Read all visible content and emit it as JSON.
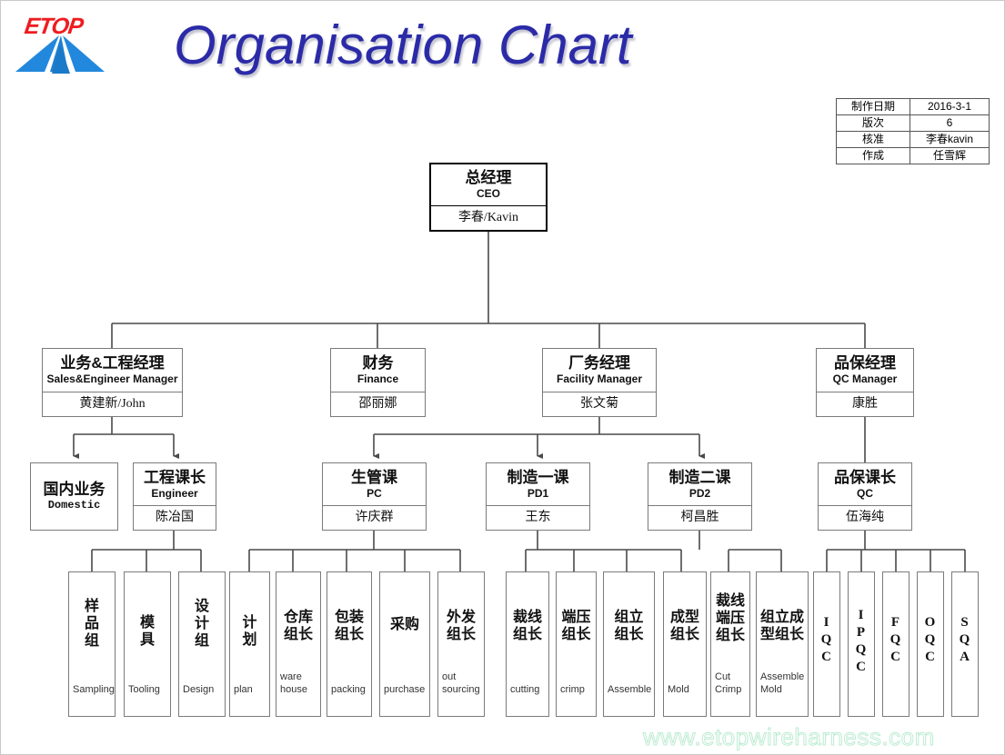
{
  "page": {
    "title": "Organisation Chart",
    "watermark": "www.etopwireharness.com",
    "logo_word": "ETOP",
    "title_color": "#2b2ba8",
    "logo_red": "#ee1c20",
    "logo_blue": "#2288dd",
    "watermark_color": "#bdecd2",
    "box_border_color": "#7b7b7b"
  },
  "info_table": {
    "rows": [
      {
        "key": "制作日期",
        "value": "2016-3-1"
      },
      {
        "key": "版次",
        "value": "6"
      },
      {
        "key": "核准",
        "value": "李春kavin"
      },
      {
        "key": "作成",
        "value": "任雪辉"
      }
    ]
  },
  "chart_data": {
    "type": "diagram",
    "title": "Organisation Chart",
    "levels": 4,
    "nodes": [
      {
        "id": "ceo",
        "cn": "总经理",
        "en": "CEO",
        "name": "李春/Kavin",
        "level": 1
      },
      {
        "id": "sales",
        "cn": "业务&工程经理",
        "en": "Sales&Engineer Manager",
        "name": "黄建新/John",
        "level": 2,
        "parent": "ceo"
      },
      {
        "id": "finance",
        "cn": "财务",
        "en": "Finance",
        "name": "邵丽娜",
        "level": 2,
        "parent": "ceo"
      },
      {
        "id": "facility",
        "cn": "厂务经理",
        "en": "Facility Manager",
        "name": "张文菊",
        "level": 2,
        "parent": "ceo"
      },
      {
        "id": "qcmgr",
        "cn": "品保经理",
        "en": "QC Manager",
        "name": "康胜",
        "level": 2,
        "parent": "ceo"
      },
      {
        "id": "domestic",
        "cn": "国内业务",
        "en": "Domestic",
        "name": "",
        "level": 3,
        "parent": "sales"
      },
      {
        "id": "engineer",
        "cn": "工程课长",
        "en": "Engineer",
        "name": "陈冶国",
        "level": 3,
        "parent": "sales"
      },
      {
        "id": "pc",
        "cn": "生管课",
        "en": "PC",
        "name": "许庆群",
        "level": 3,
        "parent": "facility"
      },
      {
        "id": "pd1",
        "cn": "制造一课",
        "en": "PD1",
        "name": "王东",
        "level": 3,
        "parent": "facility"
      },
      {
        "id": "pd2",
        "cn": "制造二课",
        "en": "PD2",
        "name": "柯昌胜",
        "level": 3,
        "parent": "facility"
      },
      {
        "id": "qc",
        "cn": "品保课长",
        "en": "QC",
        "name": "伍海纯",
        "level": 3,
        "parent": "qcmgr"
      }
    ],
    "leaves": [
      {
        "id": "sampling",
        "cn_lines": [
          "样",
          "品",
          "组"
        ],
        "en": "Sampling",
        "parent": "engineer"
      },
      {
        "id": "tooling",
        "cn_lines": [
          "模",
          "具"
        ],
        "en": "Tooling",
        "parent": "engineer"
      },
      {
        "id": "design",
        "cn_lines": [
          "设",
          "计",
          "组"
        ],
        "en": "Design",
        "parent": "engineer"
      },
      {
        "id": "plan",
        "cn_lines": [
          "计",
          "划"
        ],
        "en": "plan",
        "parent": "pc"
      },
      {
        "id": "warehouse",
        "cn_lines": [
          "仓库",
          "组长"
        ],
        "en": "ware house",
        "parent": "pc"
      },
      {
        "id": "packing",
        "cn_lines": [
          "包装",
          "组长"
        ],
        "en": "packing",
        "parent": "pc"
      },
      {
        "id": "purchase",
        "cn_lines": [
          "采购"
        ],
        "en": "purchase",
        "parent": "pc"
      },
      {
        "id": "outsourcing",
        "cn_lines": [
          "外发",
          "组长"
        ],
        "en": "out sourcing",
        "parent": "pc"
      },
      {
        "id": "cutting",
        "cn_lines": [
          "裁线",
          "组长"
        ],
        "en": "cutting",
        "parent": "pd1"
      },
      {
        "id": "crimp",
        "cn_lines": [
          "端压",
          "组长"
        ],
        "en": "crimp",
        "parent": "pd1"
      },
      {
        "id": "assemble",
        "cn_lines": [
          "组立",
          "组长"
        ],
        "en": "Assemble",
        "parent": "pd1"
      },
      {
        "id": "mold",
        "cn_lines": [
          "成型",
          "组长"
        ],
        "en": "Mold",
        "parent": "pd1"
      },
      {
        "id": "cutcrimp",
        "cn_lines": [
          "裁线",
          "端压",
          "组长"
        ],
        "en": "Cut Crimp",
        "parent": "pd2"
      },
      {
        "id": "assemblemold",
        "cn_lines": [
          "组立成",
          "型组长"
        ],
        "en": "Assemble Mold",
        "parent": "pd2"
      },
      {
        "id": "iqc",
        "cn_lines": [
          "I",
          "Q",
          "C"
        ],
        "en": "",
        "parent": "qc",
        "serif": true
      },
      {
        "id": "ipqc",
        "cn_lines": [
          "I",
          "P",
          "Q",
          "C"
        ],
        "en": "",
        "parent": "qc",
        "serif": true
      },
      {
        "id": "fqc",
        "cn_lines": [
          "F",
          "Q",
          "C"
        ],
        "en": "",
        "parent": "qc",
        "serif": true
      },
      {
        "id": "oqc",
        "cn_lines": [
          "O",
          "Q",
          "C"
        ],
        "en": "",
        "parent": "qc",
        "serif": true
      },
      {
        "id": "sqa",
        "cn_lines": [
          "S",
          "Q",
          "A"
        ],
        "en": "",
        "parent": "qc",
        "serif": true
      }
    ]
  }
}
